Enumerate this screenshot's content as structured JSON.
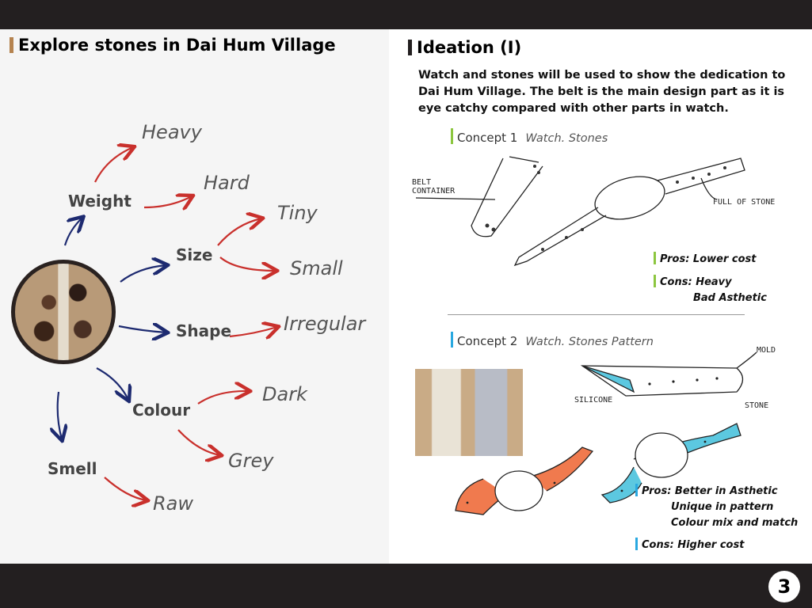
{
  "left": {
    "title": "Explore stones in Dai Hum Village",
    "accent": "#b5834f",
    "categories": {
      "weight": "Weight",
      "size": "Size",
      "shape": "Shape",
      "colour": "Colour",
      "smell": "Smell"
    },
    "attributes": {
      "heavy": "Heavy",
      "hard": "Hard",
      "tiny": "Tiny",
      "small": "Small",
      "irregular": "Irregular",
      "dark": "Dark",
      "grey": "Grey",
      "raw": "Raw"
    }
  },
  "right": {
    "title": "Ideation (I)",
    "description": "Watch and stones will be used to show the dedication to Dai Hum Village. The belt is the main design part as it is eye catchy compared with other parts in watch.",
    "concept1": {
      "label": "Concept 1",
      "subtitle": "Watch. Stones",
      "color": "#8cc63f",
      "pros": "Pros: Lower cost",
      "cons": "Cons: Heavy",
      "cons2": "Bad Asthetic",
      "sketch_labels": {
        "belt": "BELT CONTAINER",
        "full": "FULL OF STONE"
      }
    },
    "concept2": {
      "label": "Concept 2",
      "subtitle": "Watch. Stones Pattern",
      "color": "#29a8e0",
      "pros": "Pros: Better in Asthetic",
      "pros2": "Unique in pattern",
      "pros3": "Colour mix and match",
      "cons": "Cons: Higher cost",
      "sketch_labels": {
        "mold": "MOLD",
        "silicone": "SILICONE",
        "stone": "STONE"
      }
    }
  },
  "page_number": "3"
}
